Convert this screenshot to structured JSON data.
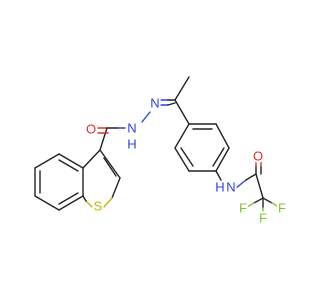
{
  "diagram": {
    "type": "chemical-structure",
    "atom_labels": {
      "carbonyl_oxygen_left": "O",
      "hydrazide_nitrogen": "N",
      "hydrazide_nh": "N",
      "hydrazide_nh_h": "H",
      "imine_nitrogen": "N",
      "thiophene_sulfur": "S",
      "amide_nh": "N",
      "amide_nh_h": "H",
      "carbonyl_oxygen_right": "O",
      "fluorine_top": "F",
      "fluorine_right": "F",
      "fluorine_bottom": "F"
    },
    "colors": {
      "bond": "#222222",
      "oxygen": "#e0302a",
      "nitrogen": "#2f3fe8",
      "sulfur": "#c8b400",
      "fluorine": "#7fc43a"
    }
  }
}
